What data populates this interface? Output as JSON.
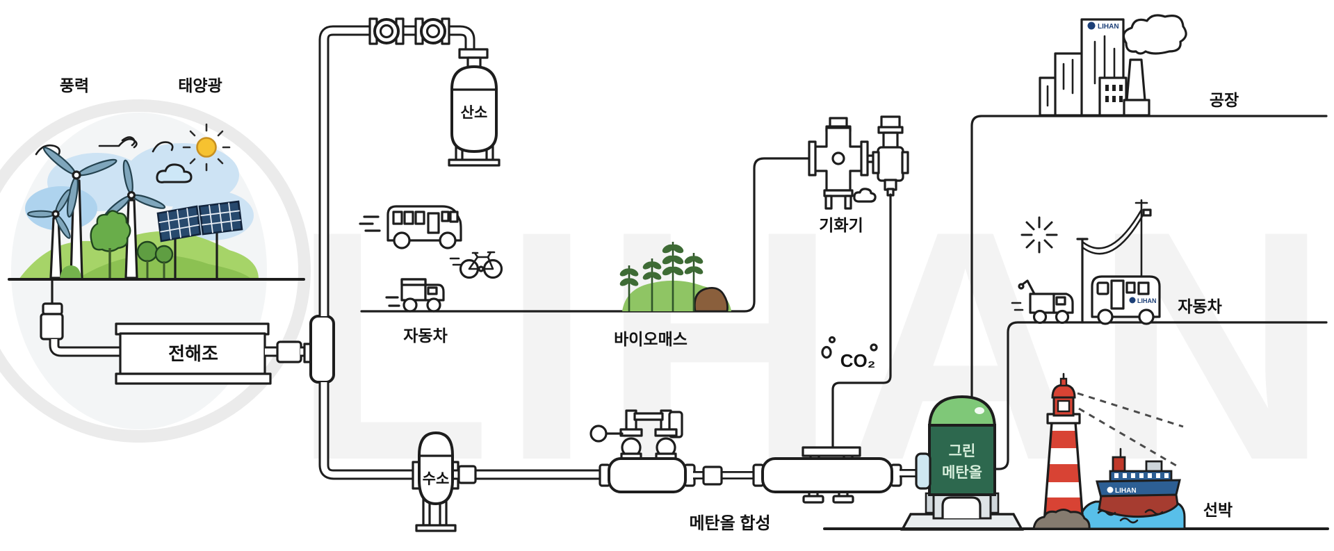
{
  "diagram": {
    "watermark": "LIHAN",
    "brand": "LIHAN",
    "labels": {
      "wind": "풍력",
      "solar": "태양광",
      "electrolyzer": "전해조",
      "oxygen": "산소",
      "hydrogen": "수소",
      "vehicles_mid": "자동차",
      "biomass": "바이오매스",
      "vaporizer": "기화기",
      "co2": "CO₂",
      "methanol_synthesis": "메탄올 합성",
      "green_methanol_line1": "그린",
      "green_methanol_line2": "메탄올",
      "factory": "공장",
      "vehicles_right": "자동차",
      "ship": "선박"
    },
    "colors": {
      "tank_body_green": "#2d684e",
      "tank_dome_green": "#7fc878",
      "lighthouse_red": "#d84334",
      "water_blue": "#58bfe9",
      "hull_blue": "#2d5f94",
      "hull_red": "#a63c30",
      "brand_navy": "#1c3f77"
    }
  }
}
